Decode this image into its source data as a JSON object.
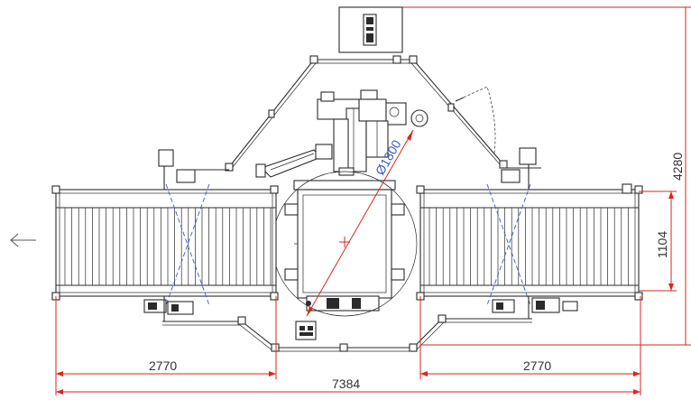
{
  "drawing": {
    "type": "plan-view-technical-drawing",
    "dimensions": {
      "left_conveyor_length": "2770",
      "right_conveyor_length": "2770",
      "overall_length": "7384",
      "conveyor_width": "1104",
      "overall_height": "4280",
      "turntable_diameter": "Ø1800"
    },
    "flow_direction_icon": "arrow-left-icon",
    "colors": {
      "outline": "#2b2b2b",
      "dimension_lines": "#d9261c",
      "dimension_text": "#333333",
      "diameter_text": "#3b5bbf",
      "cross_bracing": "#3b5bbf"
    }
  }
}
